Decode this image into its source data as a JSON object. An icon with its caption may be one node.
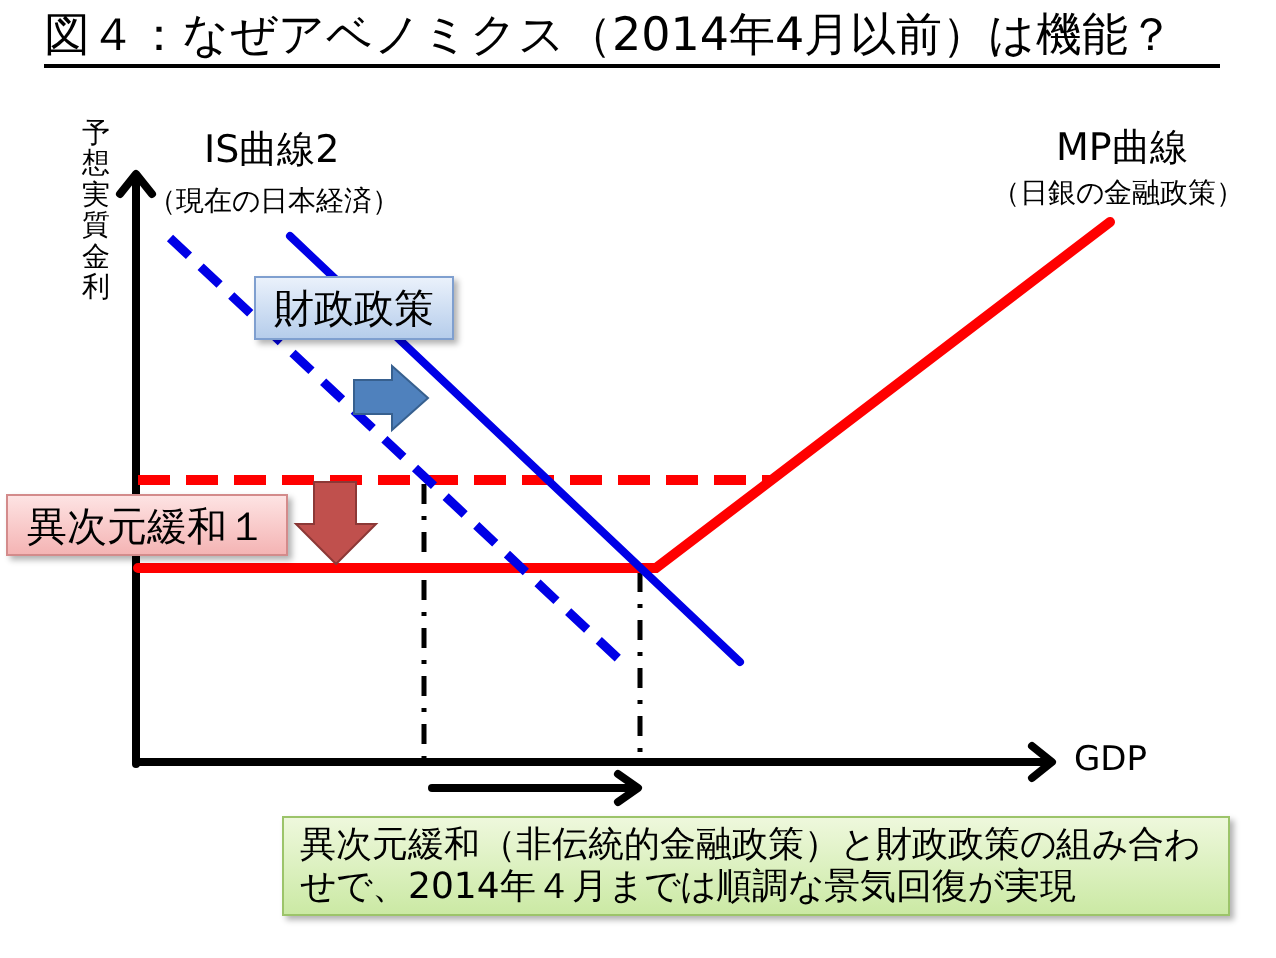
{
  "diagram": {
    "title": "図４：なぜアベノミクス（2014年4月以前）は機能？",
    "nodes": [
      {
        "text": [
          "財政政策"
        ]
      },
      {
        "text": [
          "異次元緩和１"
        ]
      },
      {
        "text": [
          "異次元緩和（非伝統的金融政策）と財政政策の組み合わせで、2014年４月までは順調な景気回復が実現"
        ]
      }
    ],
    "labels": [
      "予想実質金利",
      "IS曲線2",
      "（現在の日本経済）",
      "MP曲線",
      "（日銀の金融政策）",
      "GDP"
    ]
  }
}
